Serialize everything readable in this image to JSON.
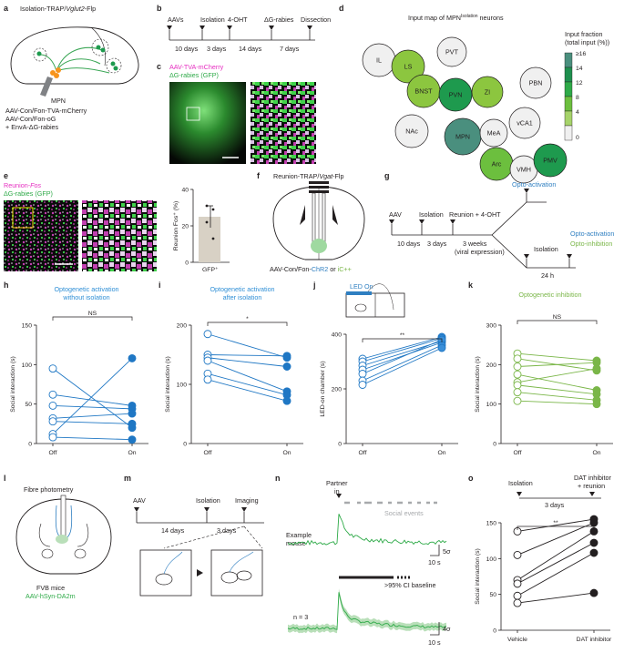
{
  "panel_a": {
    "letter": "a",
    "title": "Isolation-TRAP/",
    "title_italic": "Vglut2",
    "title_suffix": "-Flp",
    "region": "MPN",
    "lines": [
      "AAV-Con/Fon-TVA-mCherry",
      "AAV-Con/Fon-oG",
      "+ EnvA-ΔG-rabies"
    ]
  },
  "panel_b": {
    "letter": "b",
    "events": [
      "AAVs",
      "Isolation",
      "4-OHT",
      "ΔG-rabies",
      "Dissection"
    ],
    "intervals": [
      "10 days",
      "3 days",
      "14 days",
      "7 days"
    ]
  },
  "panel_c": {
    "letter": "c",
    "label1": "AAV-TVA-mCherry",
    "label2": "ΔG-rabies (GFP)"
  },
  "panel_d": {
    "letter": "d",
    "title": "Input map of MPN",
    "title_sup": "Isolation",
    "title_suffix": " neurons",
    "legend_title_1": "Input fraction",
    "legend_title_2": "(total input (%))",
    "legend_ticks": [
      "≥16",
      "14",
      "12",
      "8",
      "4",
      "0"
    ],
    "legend_colors": [
      "#4a8f7e",
      "#1e8f4e",
      "#2eaa48",
      "#6cbf3e",
      "#a6d36a",
      "#f0f0f0"
    ],
    "nodes": [
      {
        "name": "IL",
        "color": "#f0f0f0"
      },
      {
        "name": "LS",
        "color": "#8cc63f"
      },
      {
        "name": "PVT",
        "color": "#f0f0f0"
      },
      {
        "name": "BNST",
        "color": "#8cc63f"
      },
      {
        "name": "PVN",
        "color": "#1e9a4e"
      },
      {
        "name": "ZI",
        "color": "#8cc63f"
      },
      {
        "name": "PBN",
        "color": "#f0f0f0"
      },
      {
        "name": "NAc",
        "color": "#f0f0f0"
      },
      {
        "name": "MPN",
        "color": "#4a8f7e"
      },
      {
        "name": "MeA",
        "color": "#f0f0f0"
      },
      {
        "name": "vCA1",
        "color": "#f0f0f0"
      },
      {
        "name": "Arc",
        "color": "#6cbf3e"
      },
      {
        "name": "VMH",
        "color": "#f0f0f0"
      },
      {
        "name": "PMV",
        "color": "#1e9a4e"
      }
    ]
  },
  "panel_e": {
    "letter": "e",
    "label1": "Reunion-",
    "label1_italic": "Fos",
    "label2": "ΔG-rabies (GFP)",
    "chart_data": {
      "type": "bar",
      "categories": [
        "GFP⁺"
      ],
      "values": [
        25
      ],
      "ylabel": "Reunion Fos⁺ (%)",
      "ylim": [
        0,
        40
      ],
      "yticks": [
        0,
        20,
        40
      ],
      "points": [
        31,
        29,
        22,
        13
      ],
      "error": [
        19,
        31
      ]
    }
  },
  "panel_f": {
    "letter": "f",
    "title": "Reunion-TRAP/",
    "title_italic": "Vgat",
    "title_suffix": "-Flp",
    "bottom": "AAV-Con/Fon-",
    "chr2": "ChR2",
    "or": " or ",
    "ic": "iC++"
  },
  "panel_g": {
    "letter": "g",
    "events": [
      "AAV",
      "Isolation",
      "Reunion + 4-OHT"
    ],
    "intervals": [
      "10 days",
      "3 days",
      "3 weeks",
      "(viral expression)"
    ],
    "branch_top": "Opto-activation",
    "branch_iso": "Isolation",
    "branch_24": "24 h",
    "branch_bot1": "Opto-activation",
    "branch_bot2": "Opto-inhibition"
  },
  "panel_h": {
    "letter": "h",
    "title": [
      "Optogenetic activation",
      "without isolation"
    ],
    "sig": "NS",
    "chart_data": {
      "type": "line",
      "categories": [
        "Off",
        "On"
      ],
      "ylabel": "Social interaction (s)",
      "ylim": [
        0,
        150
      ],
      "yticks": [
        0,
        50,
        100,
        150
      ],
      "pairs": [
        [
          95,
          20
        ],
        [
          62,
          48
        ],
        [
          48,
          44
        ],
        [
          32,
          38
        ],
        [
          28,
          25
        ],
        [
          12,
          108
        ],
        [
          8,
          5
        ]
      ]
    }
  },
  "panel_i": {
    "letter": "i",
    "title": [
      "Optogenetic activation",
      "after isolation"
    ],
    "sig": "*",
    "chart_data": {
      "type": "line",
      "categories": [
        "Off",
        "On"
      ],
      "ylabel": "Social interaction (s)",
      "ylim": [
        0,
        200
      ],
      "yticks": [
        0,
        100,
        200
      ],
      "pairs": [
        [
          185,
          145
        ],
        [
          150,
          148
        ],
        [
          145,
          130
        ],
        [
          140,
          88
        ],
        [
          118,
          82
        ],
        [
          108,
          72
        ]
      ]
    }
  },
  "panel_j": {
    "letter": "j",
    "led": "LED On",
    "sig": "**",
    "chart_data": {
      "type": "line",
      "categories": [
        "Off",
        "On"
      ],
      "ylabel": "LED-on chamber (s)",
      "ylim": [
        0,
        400
      ],
      "yticks": [
        0,
        200,
        400
      ],
      "pairs": [
        [
          310,
          390
        ],
        [
          300,
          385
        ],
        [
          285,
          375
        ],
        [
          270,
          370
        ],
        [
          255,
          380
        ],
        [
          230,
          360
        ],
        [
          215,
          350
        ]
      ]
    }
  },
  "panel_k": {
    "letter": "k",
    "title": [
      "Optogenetic inhibition"
    ],
    "sig": "NS",
    "chart_data": {
      "type": "line",
      "categories": [
        "Off",
        "On"
      ],
      "ylabel": "Social interaction (s)",
      "ylim": [
        0,
        300
      ],
      "yticks": [
        0,
        100,
        200,
        300
      ],
      "pairs": [
        [
          228,
          210
        ],
        [
          215,
          185
        ],
        [
          195,
          205
        ],
        [
          175,
          135
        ],
        [
          155,
          190
        ],
        [
          148,
          125
        ],
        [
          130,
          110
        ],
        [
          108,
          100
        ]
      ]
    }
  },
  "panel_l": {
    "letter": "l",
    "title": "Fibre photometry",
    "mice": "FVB mice",
    "virus": "AAV-hSyn-DA2m"
  },
  "panel_m": {
    "letter": "m",
    "events": [
      "AAV",
      "Isolation",
      "Imaging"
    ],
    "intervals": [
      "14 days",
      "3 days"
    ]
  },
  "panel_n": {
    "letter": "n",
    "partner": [
      "Partner",
      "in"
    ],
    "social": "Social events",
    "example": [
      "Example",
      "mouse"
    ],
    "ci": ">95% CI baseline",
    "n": "n = 3",
    "scale1": "5σ",
    "scale2": "4σ",
    "time": "10 s"
  },
  "panel_o": {
    "letter": "o",
    "events": [
      "Isolation",
      "DAT inhibitor",
      "+ reunion"
    ],
    "interval": "3 days",
    "sig": "**",
    "chart_data": {
      "type": "line",
      "categories": [
        "Vehicle",
        "DAT inhibitor"
      ],
      "ylabel": "Social interaction (s)",
      "ylim": [
        0,
        150
      ],
      "yticks": [
        0,
        50,
        100,
        150
      ],
      "pairs": [
        [
          138,
          155
        ],
        [
          105,
          150
        ],
        [
          70,
          138
        ],
        [
          65,
          122
        ],
        [
          48,
          108
        ],
        [
          38,
          52
        ]
      ]
    }
  }
}
